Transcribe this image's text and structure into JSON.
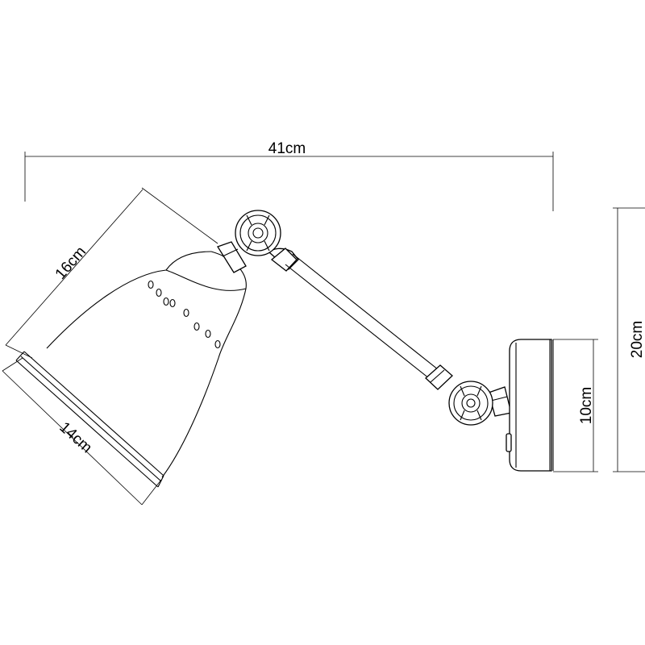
{
  "dimensions": {
    "overall_width": "41cm",
    "overall_height": "20cm",
    "shade_length": "16cm",
    "shade_diameter": "14cm",
    "base_height": "10cm"
  },
  "colors": {
    "line": "#000000",
    "background": "#ffffff"
  }
}
